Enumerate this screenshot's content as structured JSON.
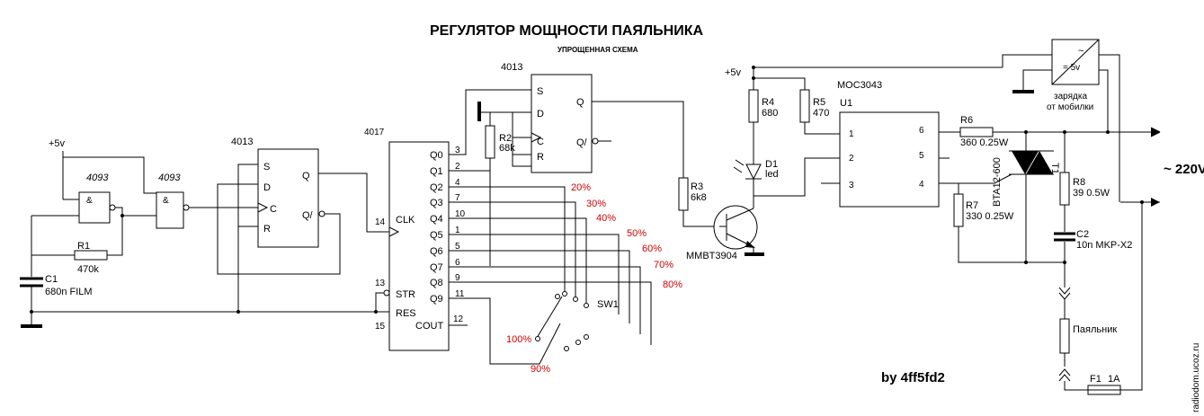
{
  "title": "РЕГУЛЯТОР МОЩНОСТИ ПАЯЛЬНИКА",
  "subtitle": "УПРОЩЕННАЯ СХЕМА",
  "author": "by 4ff5fd2",
  "watermark": "radiodom.ucoz.ru",
  "supply": {
    "plus5v_left": "+5v",
    "plus5v_right": "+5v",
    "mains": "~ 220V"
  },
  "gates": {
    "g1": "4093",
    "g2": "4093",
    "and_symbol": "&"
  },
  "chips": {
    "ff1": {
      "name": "4013",
      "pins": [
        "S",
        "D",
        "C",
        "R",
        "Q",
        "Q/"
      ]
    },
    "counter": {
      "name": "4017",
      "clk": "CLK",
      "str": "STR",
      "res": "RES",
      "cout": "COUT",
      "outputs": [
        "Q0",
        "Q1",
        "Q2",
        "Q3",
        "Q4",
        "Q5",
        "Q6",
        "Q7",
        "Q8",
        "Q9"
      ],
      "output_pins": [
        "3",
        "2",
        "4",
        "7",
        "10",
        "1",
        "5",
        "6",
        "9",
        "11"
      ],
      "pin_clk": "14",
      "pin_str": "13",
      "pin_res": "15",
      "pin_cout": "12"
    },
    "ff2": {
      "name": "4013",
      "pins": [
        "S",
        "D",
        "C",
        "R",
        "Q",
        "Q/"
      ]
    },
    "optocoupler": {
      "name": "MOC3043",
      "ref": "U1",
      "pins": [
        "1",
        "2",
        "3",
        "6",
        "5",
        "4"
      ]
    }
  },
  "components": {
    "r1": {
      "ref": "R1",
      "value": "470k"
    },
    "c1": {
      "ref": "C1",
      "value": "680n FILM"
    },
    "r2": {
      "ref": "R2",
      "value": "68k"
    },
    "r3": {
      "ref": "R3",
      "value": "6k8"
    },
    "r4": {
      "ref": "R4",
      "value": "680"
    },
    "r5": {
      "ref": "R5",
      "value": "470"
    },
    "d1": {
      "ref": "D1",
      "value": "led"
    },
    "q1": {
      "value": "MMBT3904"
    },
    "r6": {
      "ref": "R6",
      "value": "360  0.25W"
    },
    "r7": {
      "ref": "R7",
      "value": "330  0.25W"
    },
    "r8": {
      "ref": "R8",
      "value": "39  0.5W"
    },
    "c2": {
      "ref": "C2",
      "value": "10n MKP-X2"
    },
    "t1": {
      "ref": "T1",
      "value": "BTA12-600"
    },
    "sw1": {
      "ref": "SW1"
    },
    "f1": {
      "ref": "F1",
      "value": "1A"
    },
    "load": {
      "label": "Паяльник"
    },
    "charger": {
      "symbol": "~",
      "output": "= 5v",
      "caption1": "зарядка",
      "caption2": "от мобилки"
    }
  },
  "switch_positions": [
    "20%",
    "30%",
    "40%",
    "50%",
    "60%",
    "70%",
    "80%",
    "90%",
    "100%"
  ],
  "accent_colors": {
    "percent_labels": "#d00000",
    "lines": "#000000"
  }
}
